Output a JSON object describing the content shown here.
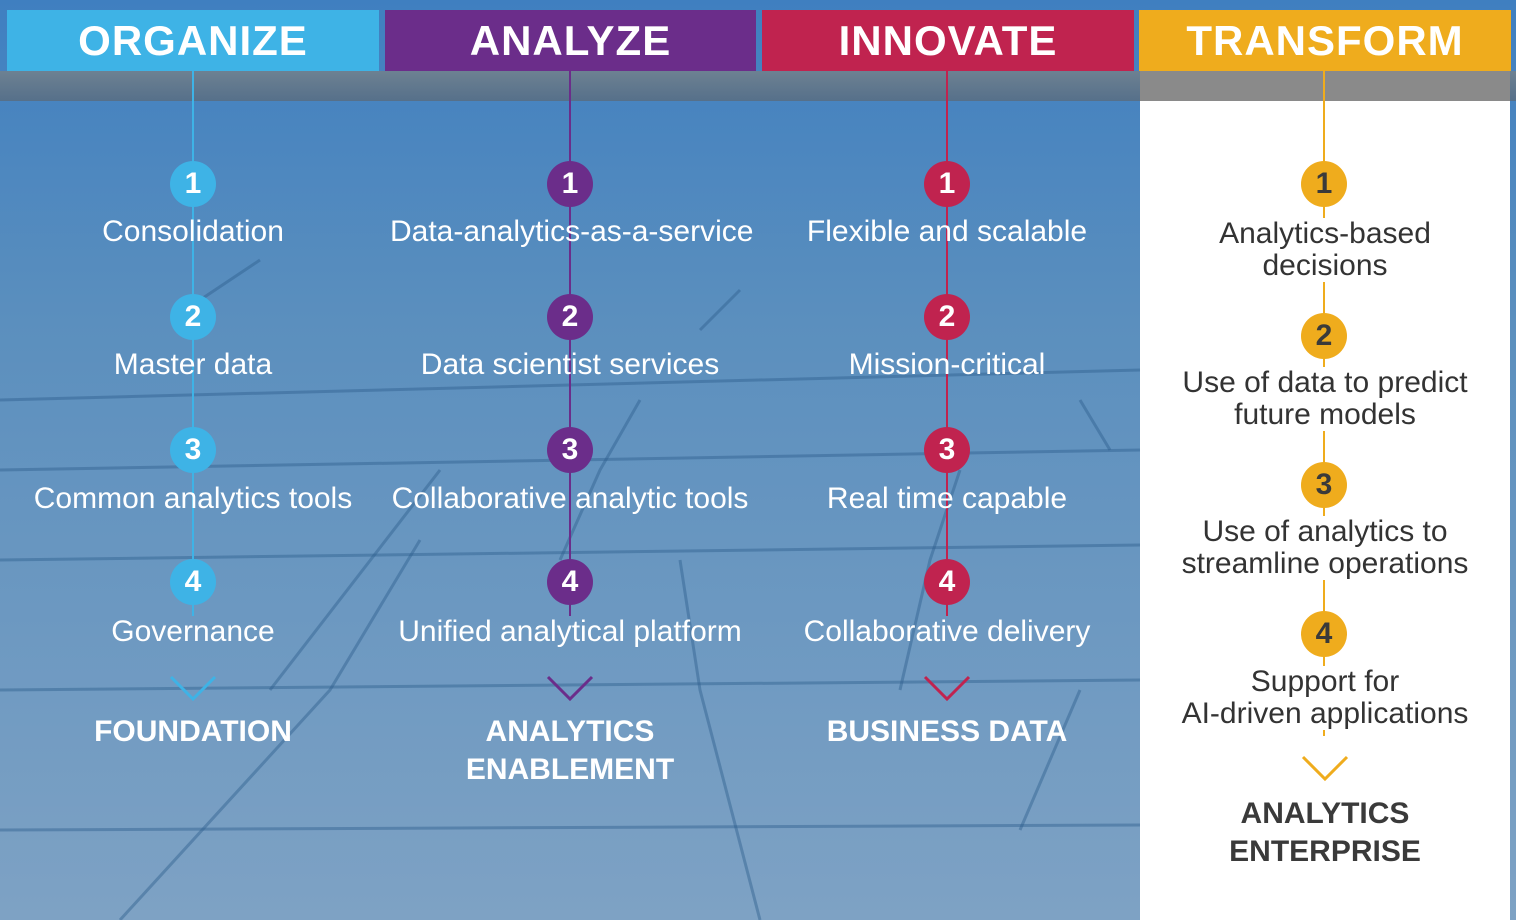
{
  "colors": {
    "organize": "#3eb3e6",
    "analyze": "#6b2d8a",
    "innovate": "#c0234f",
    "transform": "#efac1d"
  },
  "columns": [
    {
      "title": "ORGANIZE",
      "steps": [
        {
          "num": "1",
          "label": "Consolidation"
        },
        {
          "num": "2",
          "label": "Master data"
        },
        {
          "num": "3",
          "label": "Common analytics tools"
        },
        {
          "num": "4",
          "label": "Governance"
        }
      ],
      "outcome": "FOUNDATION"
    },
    {
      "title": "ANALYZE",
      "steps": [
        {
          "num": "1",
          "label": "Data-analytics-as-a-service"
        },
        {
          "num": "2",
          "label": "Data scientist services"
        },
        {
          "num": "3",
          "label": "Collaborative analytic tools"
        },
        {
          "num": "4",
          "label": "Unified analytical platform"
        }
      ],
      "outcome": "ANALYTICS\nENABLEMENT"
    },
    {
      "title": "INNOVATE",
      "steps": [
        {
          "num": "1",
          "label": "Flexible and scalable"
        },
        {
          "num": "2",
          "label": "Mission-critical"
        },
        {
          "num": "3",
          "label": "Real time capable"
        },
        {
          "num": "4",
          "label": "Collaborative delivery"
        }
      ],
      "outcome": "BUSINESS DATA"
    },
    {
      "title": "TRANSFORM",
      "steps": [
        {
          "num": "1",
          "label": "Analytics-based\ndecisions"
        },
        {
          "num": "2",
          "label": "Use of data to predict\nfuture models"
        },
        {
          "num": "3",
          "label": "Use of analytics to\nstreamline operations"
        },
        {
          "num": "4",
          "label": "Support for\nAI-driven applications"
        }
      ],
      "outcome": "ANALYTICS\nENTERPRISE"
    }
  ]
}
